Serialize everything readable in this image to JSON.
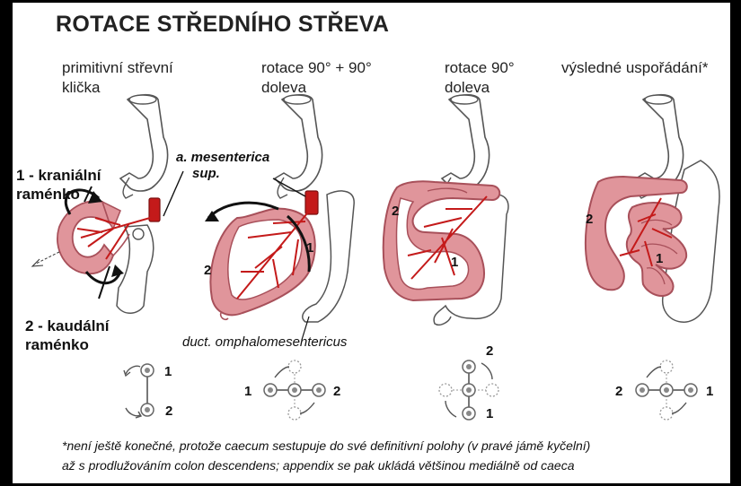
{
  "title": "ROTACE STŘEDNÍHO STŘEVA",
  "stages": [
    {
      "line1": "primitivní střevní",
      "line2": "klička"
    },
    {
      "line1": "rotace 90° + 90°",
      "line2": "doleva"
    },
    {
      "line1": "rotace 90°",
      "line2": "doleva"
    },
    {
      "line1": "výsledné uspořádání*",
      "line2": ""
    }
  ],
  "labels": {
    "cranial_1": "1 - kraniální",
    "cranial_2": "raménko",
    "caudal_1": "2 - kaudální",
    "caudal_2": "raménko",
    "artery_1": "a. mesenterica",
    "artery_2": "sup.",
    "duct": "duct. omphalomesentericus"
  },
  "numbers": {
    "one": "1",
    "two": "2"
  },
  "footnote": {
    "line1": "*není ještě konečné, protože caecum sestupuje do své definitivní polohy (v pravé jámě kyčelní)",
    "line2": "až s prodlužováním colon descendens; appendix se pak ukládá většinou mediálně od caeca"
  },
  "colors": {
    "intestine": "#e0959b",
    "intestine_edge": "#a8505a",
    "artery": "#c41a1a",
    "background": "#ffffff",
    "frame": "#000000"
  }
}
